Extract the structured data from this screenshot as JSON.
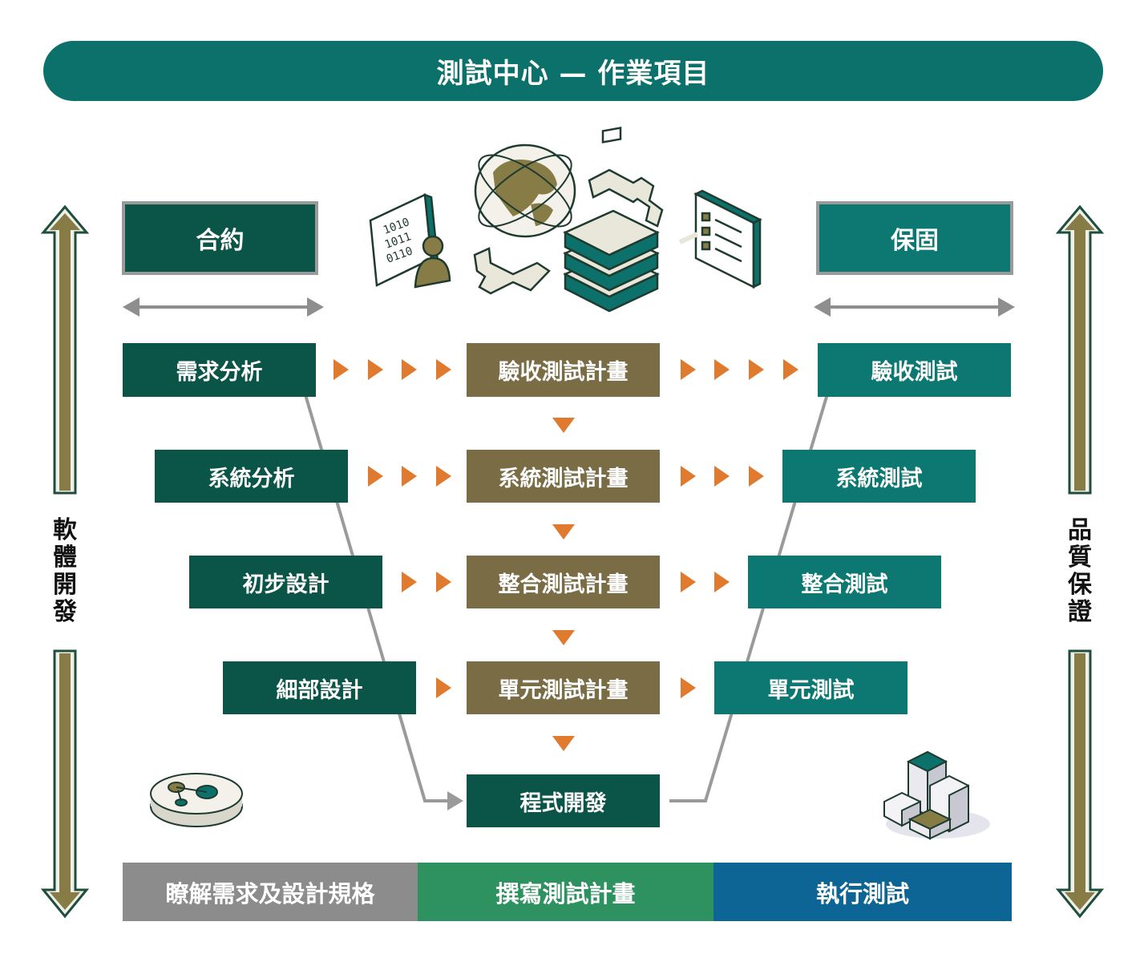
{
  "title": "測試中心 — 作業項目",
  "top_boxes": {
    "contract": "合約",
    "warranty": "保固"
  },
  "side_labels": {
    "left": "軟體開發",
    "right": "品質保證"
  },
  "dev_steps": [
    "需求分析",
    "系統分析",
    "初步設計",
    "細部設計"
  ],
  "plan_steps": [
    "驗收測試計畫",
    "系統測試計畫",
    "整合測試計畫",
    "單元測試計畫"
  ],
  "test_steps": [
    "驗收測試",
    "系統測試",
    "整合測試",
    "單元測試"
  ],
  "coding": "程式開發",
  "bottom_bands": [
    "瞭解需求及設計規格",
    "撰寫測試計畫",
    "執行測試"
  ],
  "colors": {
    "banner": "#0d716b",
    "dev_box": "#0a5547",
    "plan_box": "#7a6d45",
    "test_box": "#0d7871",
    "arrow_orange": "#e07a2e",
    "band_gray": "#8c8c8c",
    "band_green": "#2e9160",
    "band_blue": "#0c6594"
  },
  "icons": [
    "binary-user-icon",
    "globe-icon",
    "server-icon",
    "checklist-icon",
    "connector-icon",
    "network-disc-icon",
    "cubes-icon"
  ]
}
